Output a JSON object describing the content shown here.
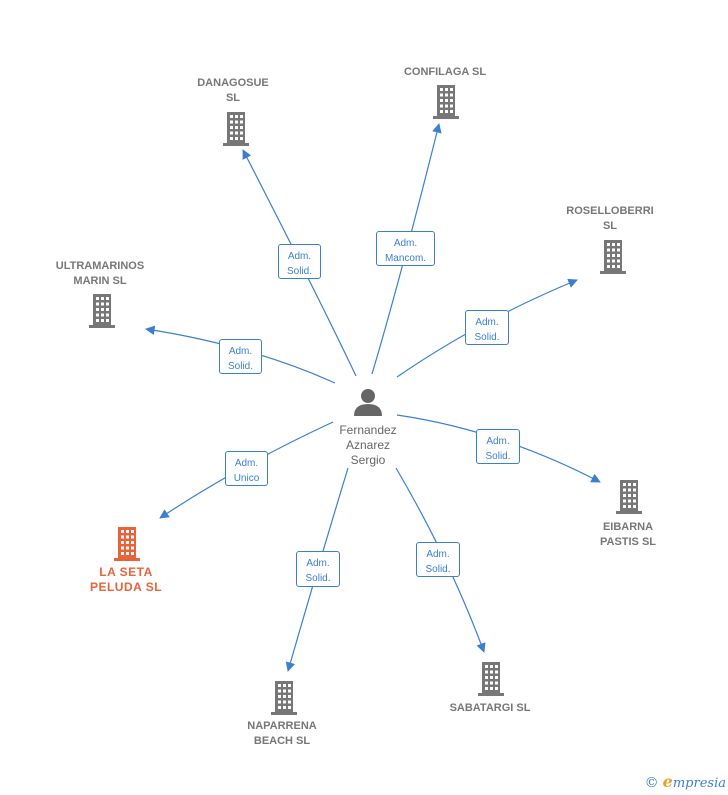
{
  "center": {
    "name": "Fernandez\nAznarez\nSergio",
    "icon": "person-icon"
  },
  "companies": [
    {
      "id": "danagosue",
      "name": "DANAGOSUE\nSL",
      "role": "Adm.\nSolid.",
      "highlight": false
    },
    {
      "id": "confilaga",
      "name": "CONFILAGA  SL",
      "role": "Adm.\nMancom.",
      "highlight": false
    },
    {
      "id": "roselloberri",
      "name": "ROSELLOBERRI\nSL",
      "role": "Adm.\nSolid.",
      "highlight": false
    },
    {
      "id": "ultramarinos-marin",
      "name": "ULTRAMARINOS\nMARIN  SL",
      "role": "Adm.\nSolid.",
      "highlight": false
    },
    {
      "id": "eibarna-pastis",
      "name": "EIBARNA\nPASTIS SL",
      "role": "Adm.\nSolid.",
      "highlight": false
    },
    {
      "id": "la-seta-peluda",
      "name": "LA SETA\nPELUDA  SL",
      "role": "Adm.\nUnico",
      "highlight": true
    },
    {
      "id": "naparrena-beach",
      "name": "NAPARRENA\nBEACH  SL",
      "role": "Adm.\nSolid.",
      "highlight": false
    },
    {
      "id": "sabatargi",
      "name": "SABATARGI  SL",
      "role": "Adm.\nSolid.",
      "highlight": false
    }
  ],
  "colors": {
    "edge": "#3b7fd0",
    "building": "#777777",
    "highlight": "#e8633a",
    "person": "#666666"
  },
  "footer": {
    "copyright_symbol": "©",
    "brand_first": "e",
    "brand_rest": "mpresia"
  }
}
